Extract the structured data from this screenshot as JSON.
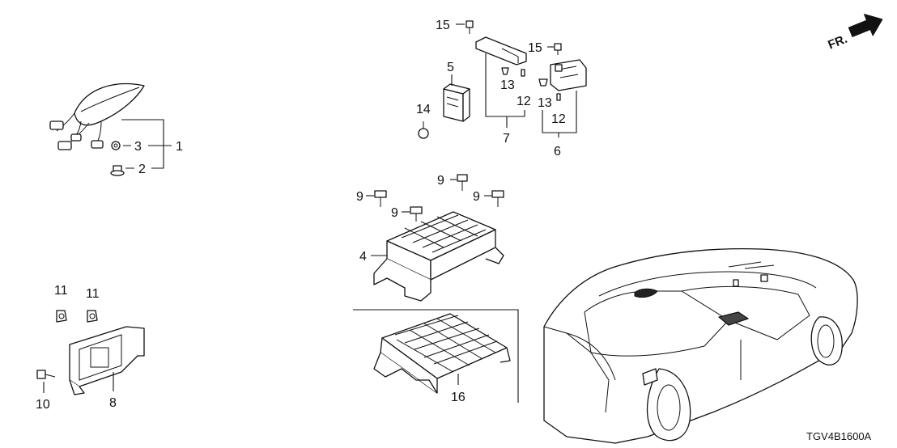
{
  "diagram_code": "TGV4B1600A",
  "direction_label": "FR.",
  "callouts": {
    "c1": "1",
    "c2": "2",
    "c3": "3",
    "c4": "4",
    "c5": "5",
    "c6": "6",
    "c7": "7",
    "c8": "8",
    "c9a": "9",
    "c9b": "9",
    "c9c": "9",
    "c9d": "9",
    "c10": "10",
    "c11a": "11",
    "c11b": "11",
    "c12a": "12",
    "c12b": "12",
    "c13a": "13",
    "c13b": "13",
    "c14": "14",
    "c15a": "15",
    "c15b": "15",
    "c16": "16"
  }
}
